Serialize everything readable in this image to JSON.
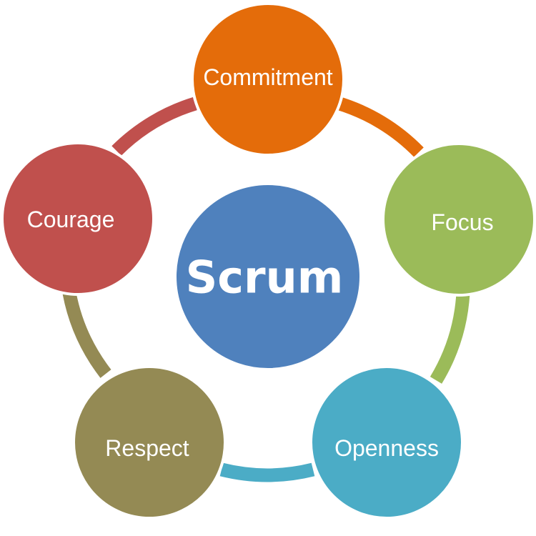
{
  "diagram": {
    "center": {
      "label": "Scrum",
      "color": "#4f81bd"
    },
    "nodes": [
      {
        "label": "Commitment",
        "color": "#e46c0a"
      },
      {
        "label": "Focus",
        "color": "#9bbb59"
      },
      {
        "label": "Openness",
        "color": "#4bacc6"
      },
      {
        "label": "Respect",
        "color": "#948a54"
      },
      {
        "label": "Courage",
        "color": "#c0504d"
      }
    ]
  }
}
